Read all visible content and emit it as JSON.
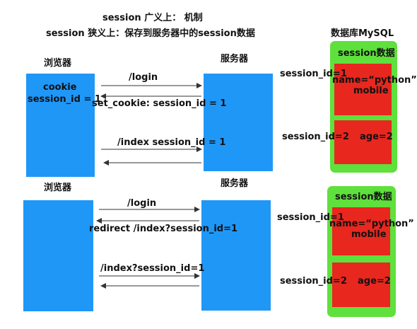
{
  "header": {
    "line1": "session 广义上：  机制",
    "line2": "session 狭义上：保存到服务器中的session数据"
  },
  "db_title": "数据库MySQL",
  "top": {
    "browser_label": "浏览器",
    "server_label": "服务器",
    "browser_cookie": "cookie",
    "browser_session_id": "session_id = 1",
    "arrow1_label": "/login",
    "arrow2_label": "set_cookie: session_id = 1",
    "arrow3_label": "/index   session_id = 1",
    "db": {
      "title": "session数据",
      "row1_key": "session_id=1",
      "row1_val_line1": "name=“python”",
      "row1_val_line2": "mobile",
      "row2_key": "session_id=2",
      "row2_val": "age=2"
    }
  },
  "bottom": {
    "browser_label": "浏览器",
    "server_label": "服务器",
    "arrow1_label": "/login",
    "arrow2_label": "redirect /index?session_id=1",
    "arrow3_label": "/index?session_id=1",
    "db": {
      "title": "session数据",
      "row1_key": "session_id=1",
      "row1_val_line1": "name=“python”",
      "row1_val_line2": "mobile",
      "row2_key": "session_id=2",
      "row2_val": "age=2"
    }
  },
  "colors": {
    "browser_server_box": "#1f97f7",
    "db_container": "#5fe03c",
    "db_record": "#e8271f"
  }
}
